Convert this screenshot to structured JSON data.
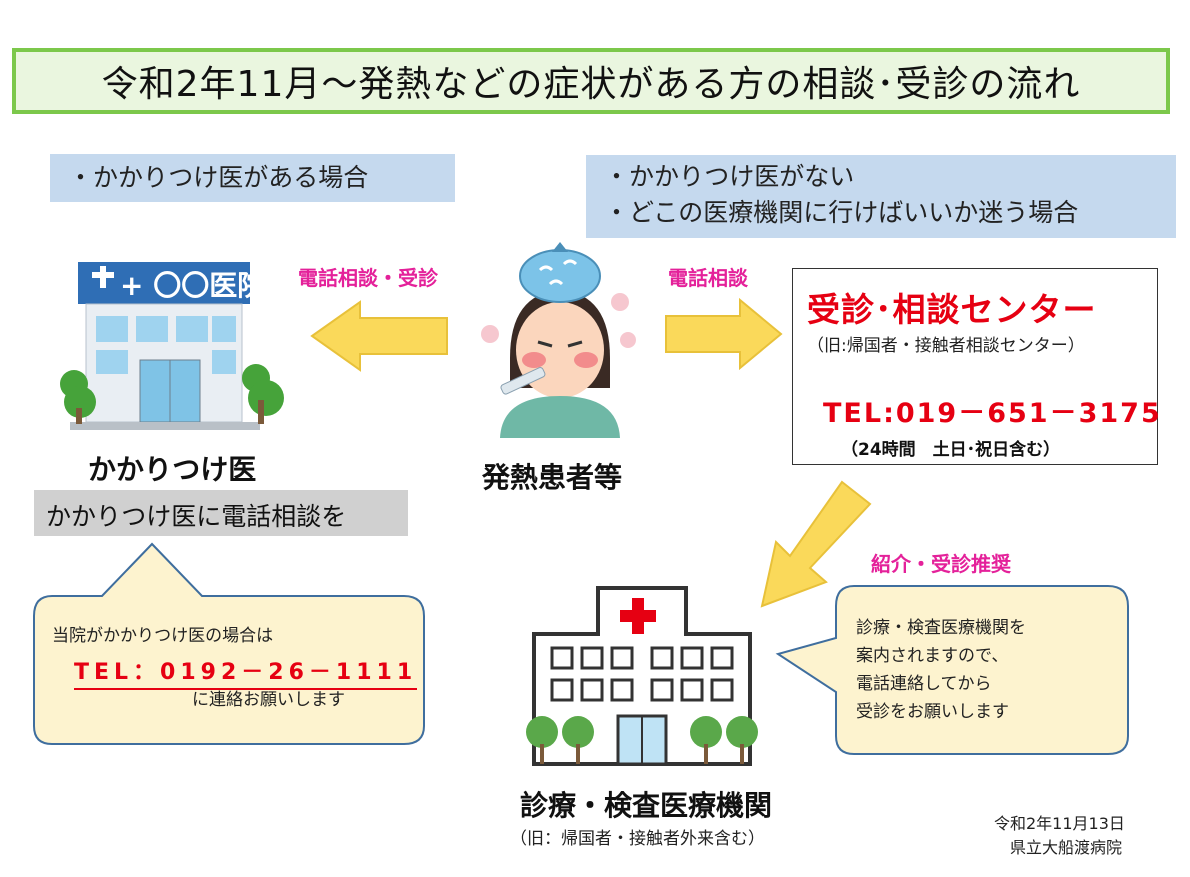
{
  "title": "令和2年11月～発熱などの症状がある方の相談･受診の流れ",
  "case_left": "・かかりつけ医がある場合",
  "case_right": [
    "・かかりつけ医がない",
    "・どこの医療機関に行けばいいか迷う場合"
  ],
  "arrow_left_label": "電話相談・受診",
  "arrow_right_label": "電話相談",
  "arrow_down_label": "紹介・受診推奨",
  "clinic": {
    "sign": "+ 〇〇医院",
    "label": "かかりつけ医",
    "advice": "かかりつけ医に電話相談を"
  },
  "patient_label": "発熱患者等",
  "center": {
    "title": "受診･相談センター",
    "subtitle": "（旧:帰国者・接触者相談センター）",
    "tel": "TEL:019－651－3175",
    "hours": "（24時間　土日･祝日含む）"
  },
  "bubble_left": {
    "line1": "当院がかかりつけ医の場合は",
    "tel": "TEL：0192－26－1111",
    "line2": "に連絡お願いします"
  },
  "bubble_right": [
    "診療・検査医療機関を",
    "案内されますので、",
    "電話連絡してから",
    "受診をお願いします"
  ],
  "facility": {
    "label": "診療・検査医療機関",
    "subtitle": "（旧：帰国者・接触者外来含む）"
  },
  "footer": {
    "date": "令和2年11月13日",
    "org": "県立大船渡病院"
  },
  "colors": {
    "title_border": "#7cc84b",
    "title_fill": "#eaf6df",
    "case_fill": "#c5d9ee",
    "pink_label": "#e4219a",
    "red": "#e60012",
    "arrow_fill": "#fad95a",
    "bubble_fill": "#fdf3cf",
    "bubble_border": "#3f6e9e"
  }
}
